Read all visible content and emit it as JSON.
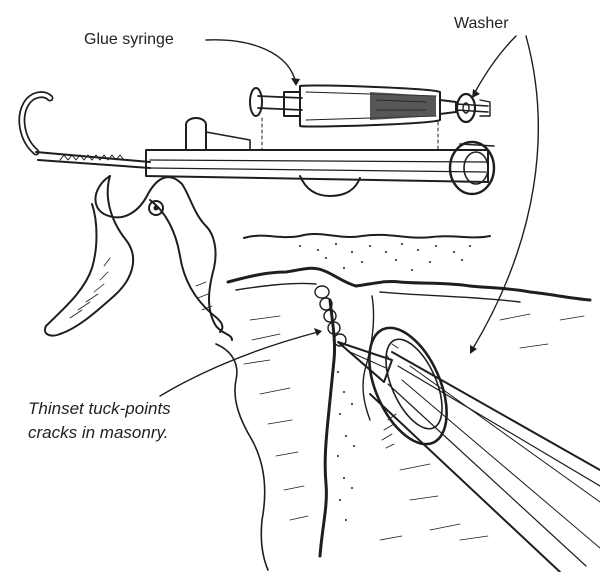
{
  "labels": {
    "glue_syringe": "Glue syringe",
    "washer": "Washer",
    "caption_line1": "Thinset tuck-points",
    "caption_line2": "cracks in masonry."
  },
  "colors": {
    "ink": "#1e1e1e",
    "paper": "#ffffff",
    "shade": "#3a3a3a"
  }
}
